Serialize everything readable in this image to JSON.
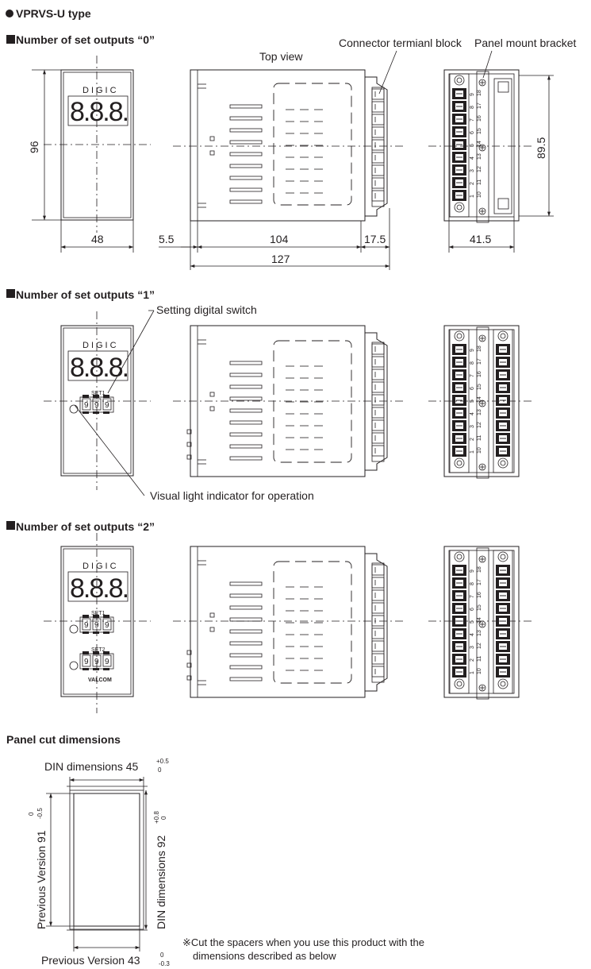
{
  "header": {
    "title": "VPRVS-U type",
    "section0": "Number of set outputs “0”",
    "section1": "Number of set outputs “1”",
    "section2": "Number of set outputs “2”",
    "panel_cut": "Panel cut dimensions"
  },
  "labels": {
    "top_view": "Top view",
    "connector_block": "Connector termianl block",
    "panel_bracket": "Panel mount bracket",
    "setting_switch": "Setting digital switch",
    "light_indicator": "Visual light indicator for operation",
    "digic": "DIGIC",
    "set1": "SET1",
    "set2": "SET2",
    "brand": "VALCOM",
    "digit_display": "8.8.8.",
    "switch_digit": "9"
  },
  "dimensions": {
    "front_height": "96",
    "front_width": "48",
    "depth_offset": "5.5",
    "body_length": "104",
    "block_depth": "17.5",
    "overall_length": "127",
    "rear_height": "89.5",
    "rear_width": "41.5"
  },
  "terminals": {
    "left_column": [
      "9",
      "8",
      "7",
      "6",
      "5",
      "4",
      "3",
      "2",
      "1"
    ],
    "right_column": [
      "18",
      "17",
      "16",
      "15",
      "14",
      "13",
      "12",
      "11",
      "10"
    ]
  },
  "panel_cut": {
    "din_width_label": "DIN dimensions 45",
    "din_width_tol_upper": "+0.5",
    "din_width_tol_lower": "0",
    "din_height_label": "DIN dimensions 92",
    "din_height_tol_upper": "+0.8",
    "din_height_tol_lower": "0",
    "prev_height_label": "Previous Version 91",
    "prev_height_tol_upper": "0",
    "prev_height_tol_lower": "-0.5",
    "prev_width_label": "Previous Version 43",
    "prev_width_tol_upper": "0",
    "prev_width_tol_lower": "-0.3"
  },
  "note": {
    "line1": "※Cut the spacers when you use this product with the",
    "line2": "dimensions described as below"
  }
}
